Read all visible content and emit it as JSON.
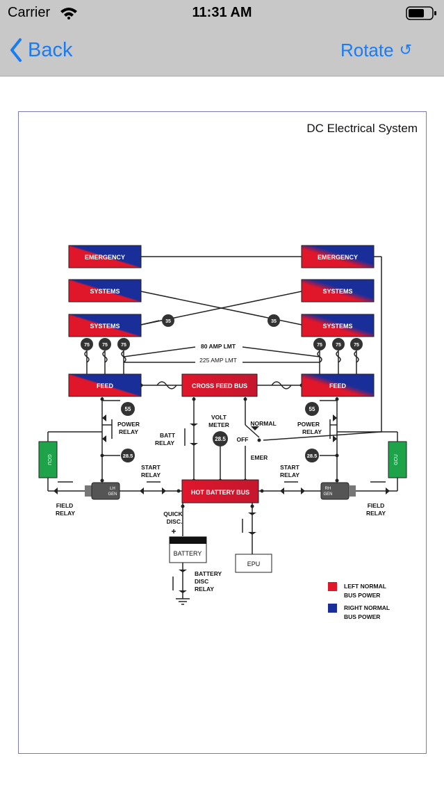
{
  "status_bar": {
    "carrier": "Carrier",
    "time": "11:31 AM"
  },
  "nav": {
    "back_label": "Back",
    "rotate_label": "Rotate",
    "rotate_icon": "↺"
  },
  "diagram": {
    "title": "DC Electrical System",
    "buses": {
      "emergency": "EMERGENCY",
      "systems": "SYSTEMS",
      "feed": "FEED",
      "cross_feed": "CROSS FEED BUS",
      "hot_battery": "HOT BATTERY BUS"
    },
    "circuit_breakers": {
      "c35": "35",
      "c75": "75",
      "c55": "55",
      "c285": "28.5"
    },
    "labels": {
      "amp80": "80 AMP LMT",
      "amp225": "225 AMP LMT",
      "power1": "POWER",
      "power2": "RELAY",
      "batt1": "BATT",
      "batt2": "RELAY",
      "volt1": "VOLT",
      "volt2": "METER",
      "normal": "NORMAL",
      "off": "OFF",
      "emer": "EMER",
      "start1": "START",
      "start2": "RELAY",
      "field1": "FIELD",
      "field2": "RELAY",
      "gcu": "GCU",
      "lh1": "LH",
      "lh2": "GEN",
      "rh1": "RH",
      "rh2": "GEN",
      "quick1": "QUICK",
      "quick2": "DISC.",
      "battery": "BATTERY",
      "bdisc1": "BATTERY",
      "bdisc2": "DISC",
      "bdisc3": "RELAY",
      "epu": "EPU"
    },
    "legend": [
      {
        "color": "#e0162b",
        "line1": "LEFT NORMAL",
        "line2": "BUS POWER"
      },
      {
        "color": "#1a2e9a",
        "line1": "RIGHT NORMAL",
        "line2": "BUS POWER"
      }
    ],
    "colors": {
      "left": "#e0162b",
      "right": "#1a2e9a",
      "gcu": "#1fa34a"
    }
  }
}
